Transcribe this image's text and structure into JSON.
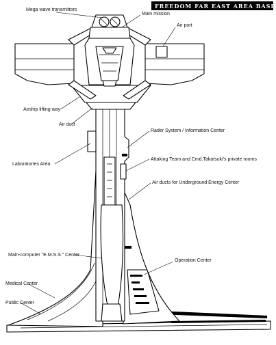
{
  "banner": {
    "title": "FREEDOM FAR EAST AREA BASE"
  },
  "labels": {
    "mega_wave": "Mega wave transmittors",
    "main_mission": "Main mission",
    "air_port": "Air port",
    "airship_lifting": "Airship lifting way",
    "air_duct": "Air duct",
    "rader": "Rader System / Information Center",
    "attacking": "Attaking Team and Cmd.Takatsuki's private rooms",
    "laboratories": "Laboratories Area",
    "air_ducts_underground": "Air ducts for Underground Energy Center",
    "main_computer": "Main-computer \"E.M.S.S.\" Center",
    "operation": "Operation Center",
    "medical": "Medical Center",
    "public": "Public Center"
  },
  "colors": {
    "banner_bg": "#000000",
    "line": "#000000",
    "fill": "#ffffff"
  }
}
